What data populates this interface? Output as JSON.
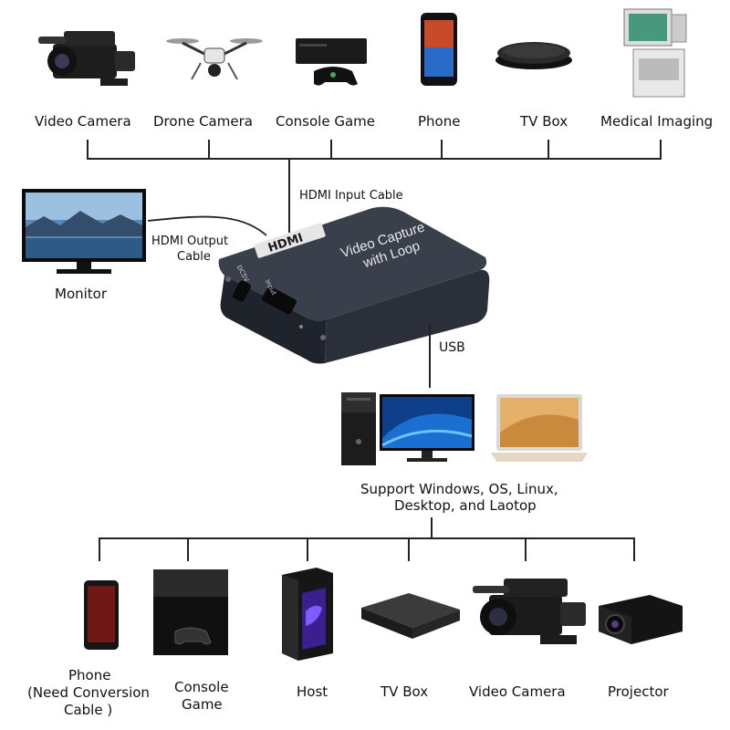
{
  "inputs": [
    {
      "label": "Video Camera",
      "icon": "video-camera-icon"
    },
    {
      "label": "Drone Camera",
      "icon": "drone-icon"
    },
    {
      "label": "Console Game",
      "icon": "game-console-icon"
    },
    {
      "label": "Phone",
      "icon": "phone-icon"
    },
    {
      "label": "TV Box",
      "icon": "tv-box-icon"
    },
    {
      "label": "Medical Imaging",
      "icon": "medical-imaging-icon"
    }
  ],
  "cables": {
    "hdmi_input": "HDMI Input Cable",
    "hdmi_output_line1": "HDMI Output",
    "hdmi_output_line2": "Cable",
    "usb": "USB"
  },
  "monitor": {
    "label": "Monitor",
    "icon": "monitor-icon"
  },
  "device": {
    "logo": "HDMI",
    "title_line1": "Video  Capture",
    "title_line2": "with Loop",
    "port_dc": "DC5V",
    "port_input": "Input"
  },
  "support": {
    "line1": "Support Windows, OS, Linux,",
    "line2": "Desktop, and Laotop"
  },
  "outputs": [
    {
      "lines": [
        "Phone",
        "(Need Conversion",
        "Cable )"
      ],
      "icon": "phone-icon"
    },
    {
      "lines": [
        "Console",
        "Game"
      ],
      "icon": "game-console-icon"
    },
    {
      "lines": [
        "Host"
      ],
      "icon": "pc-tower-icon"
    },
    {
      "lines": [
        "TV Box"
      ],
      "icon": "tv-box-icon"
    },
    {
      "lines": [
        "Video Camera"
      ],
      "icon": "video-camera-icon"
    },
    {
      "lines": [
        "Projector"
      ],
      "icon": "projector-icon"
    }
  ],
  "colors": {
    "device_body": "#2b2f3a",
    "line": "#222222",
    "screen_blue": "#1a6fd0"
  }
}
